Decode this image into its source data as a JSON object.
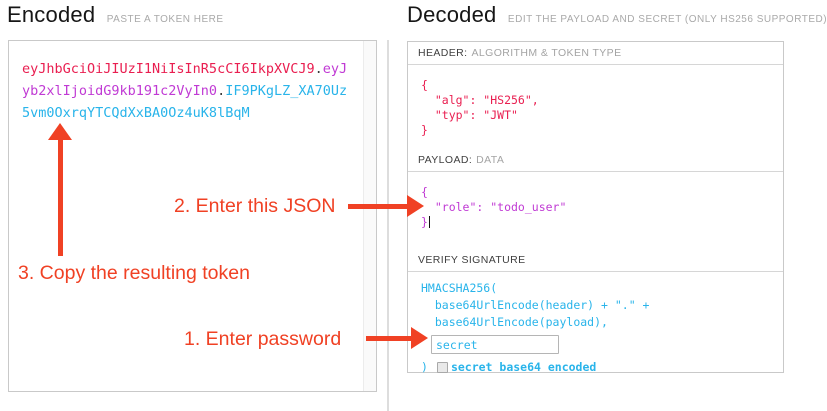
{
  "colors": {
    "token_header": "#e91e50",
    "token_payload": "#c03ad4",
    "token_signature": "#29b4ea",
    "annotation": "#f04124"
  },
  "encoded": {
    "title": "Encoded",
    "subtitle": "PASTE A TOKEN HERE",
    "token": {
      "header": "eyJhbGciOiJIUzI1NiIsInR5cCI6IkpXVCJ9",
      "dot1": ".",
      "payload": "eyJyb2xlIjoidG9kb191c2VyIn0",
      "dot2": ".",
      "signature": "IF9PKgLZ_XA70Uz5vm0OxrqYTCQdXxBA0Oz4uK8lBqM"
    }
  },
  "decoded": {
    "title": "Decoded",
    "subtitle": "EDIT THE PAYLOAD AND SECRET (ONLY HS256 SUPPORTED)",
    "header_section": {
      "label": "HEADER:",
      "sublabel": "ALGORITHM & TOKEN TYPE",
      "json_lines": [
        "{",
        "  \"alg\": \"HS256\",",
        "  \"typ\": \"JWT\"",
        "}"
      ]
    },
    "payload_section": {
      "label": "PAYLOAD:",
      "sublabel": "DATA",
      "json_lines": [
        "{",
        "  \"role\": \"todo_user\"",
        "}"
      ]
    },
    "signature_section": {
      "label": "VERIFY SIGNATURE",
      "code_line1": "HMACSHA256(",
      "code_line2": "  base64UrlEncode(header) + \".\" +",
      "code_line3": "  base64UrlEncode(payload),",
      "secret_value": "secret",
      "close_paren": ")",
      "checkbox_checked": false,
      "checkbox_label": "secret base64 encoded"
    }
  },
  "annotations": {
    "step1": "1. Enter password",
    "step2": "2. Enter this JSON",
    "step3": "3. Copy the resulting token"
  }
}
